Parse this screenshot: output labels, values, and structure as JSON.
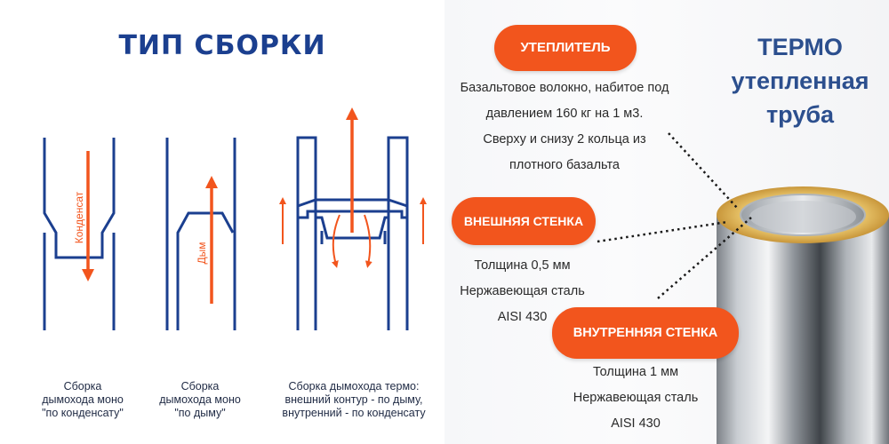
{
  "left": {
    "title": "ТИП СБОРКИ",
    "label_condensate": "Конденсат",
    "label_smoke": "Дым",
    "captions": [
      [
        "Сборка",
        "дымохода моно",
        "\"по конденсату\""
      ],
      [
        "Сборка",
        "дымохода моно",
        "\"по дыму\""
      ],
      [
        "Сборка дымохода термо:",
        "внешний контур - по дыму,",
        "внутренний - по конденсату"
      ]
    ]
  },
  "right": {
    "title_lines": [
      "ТЕРМО",
      "утепленная",
      "труба"
    ],
    "insulation": {
      "label": "УТЕПЛИТЕЛЬ",
      "lines": [
        "Базальтовое волокно, набитое под",
        "давлением 160 кг на 1 м3.",
        "Сверху и снизу 2 кольца из",
        "плотного базальта"
      ]
    },
    "outer_wall": {
      "label": "ВНЕШНЯЯ СТЕНКА",
      "lines": [
        "Толщина 0,5 мм",
        "Нержавеющая сталь",
        "AISI 430"
      ]
    },
    "inner_wall": {
      "label": "ВНУТРЕННЯЯ СТЕНКА",
      "lines": [
        "Толщина 1 мм",
        "Нержавеющая сталь",
        "AISI 430"
      ]
    }
  },
  "colors": {
    "accent": "#f2551d",
    "navy": "#1b3f8f",
    "title_blue": "#2c4f8e"
  }
}
